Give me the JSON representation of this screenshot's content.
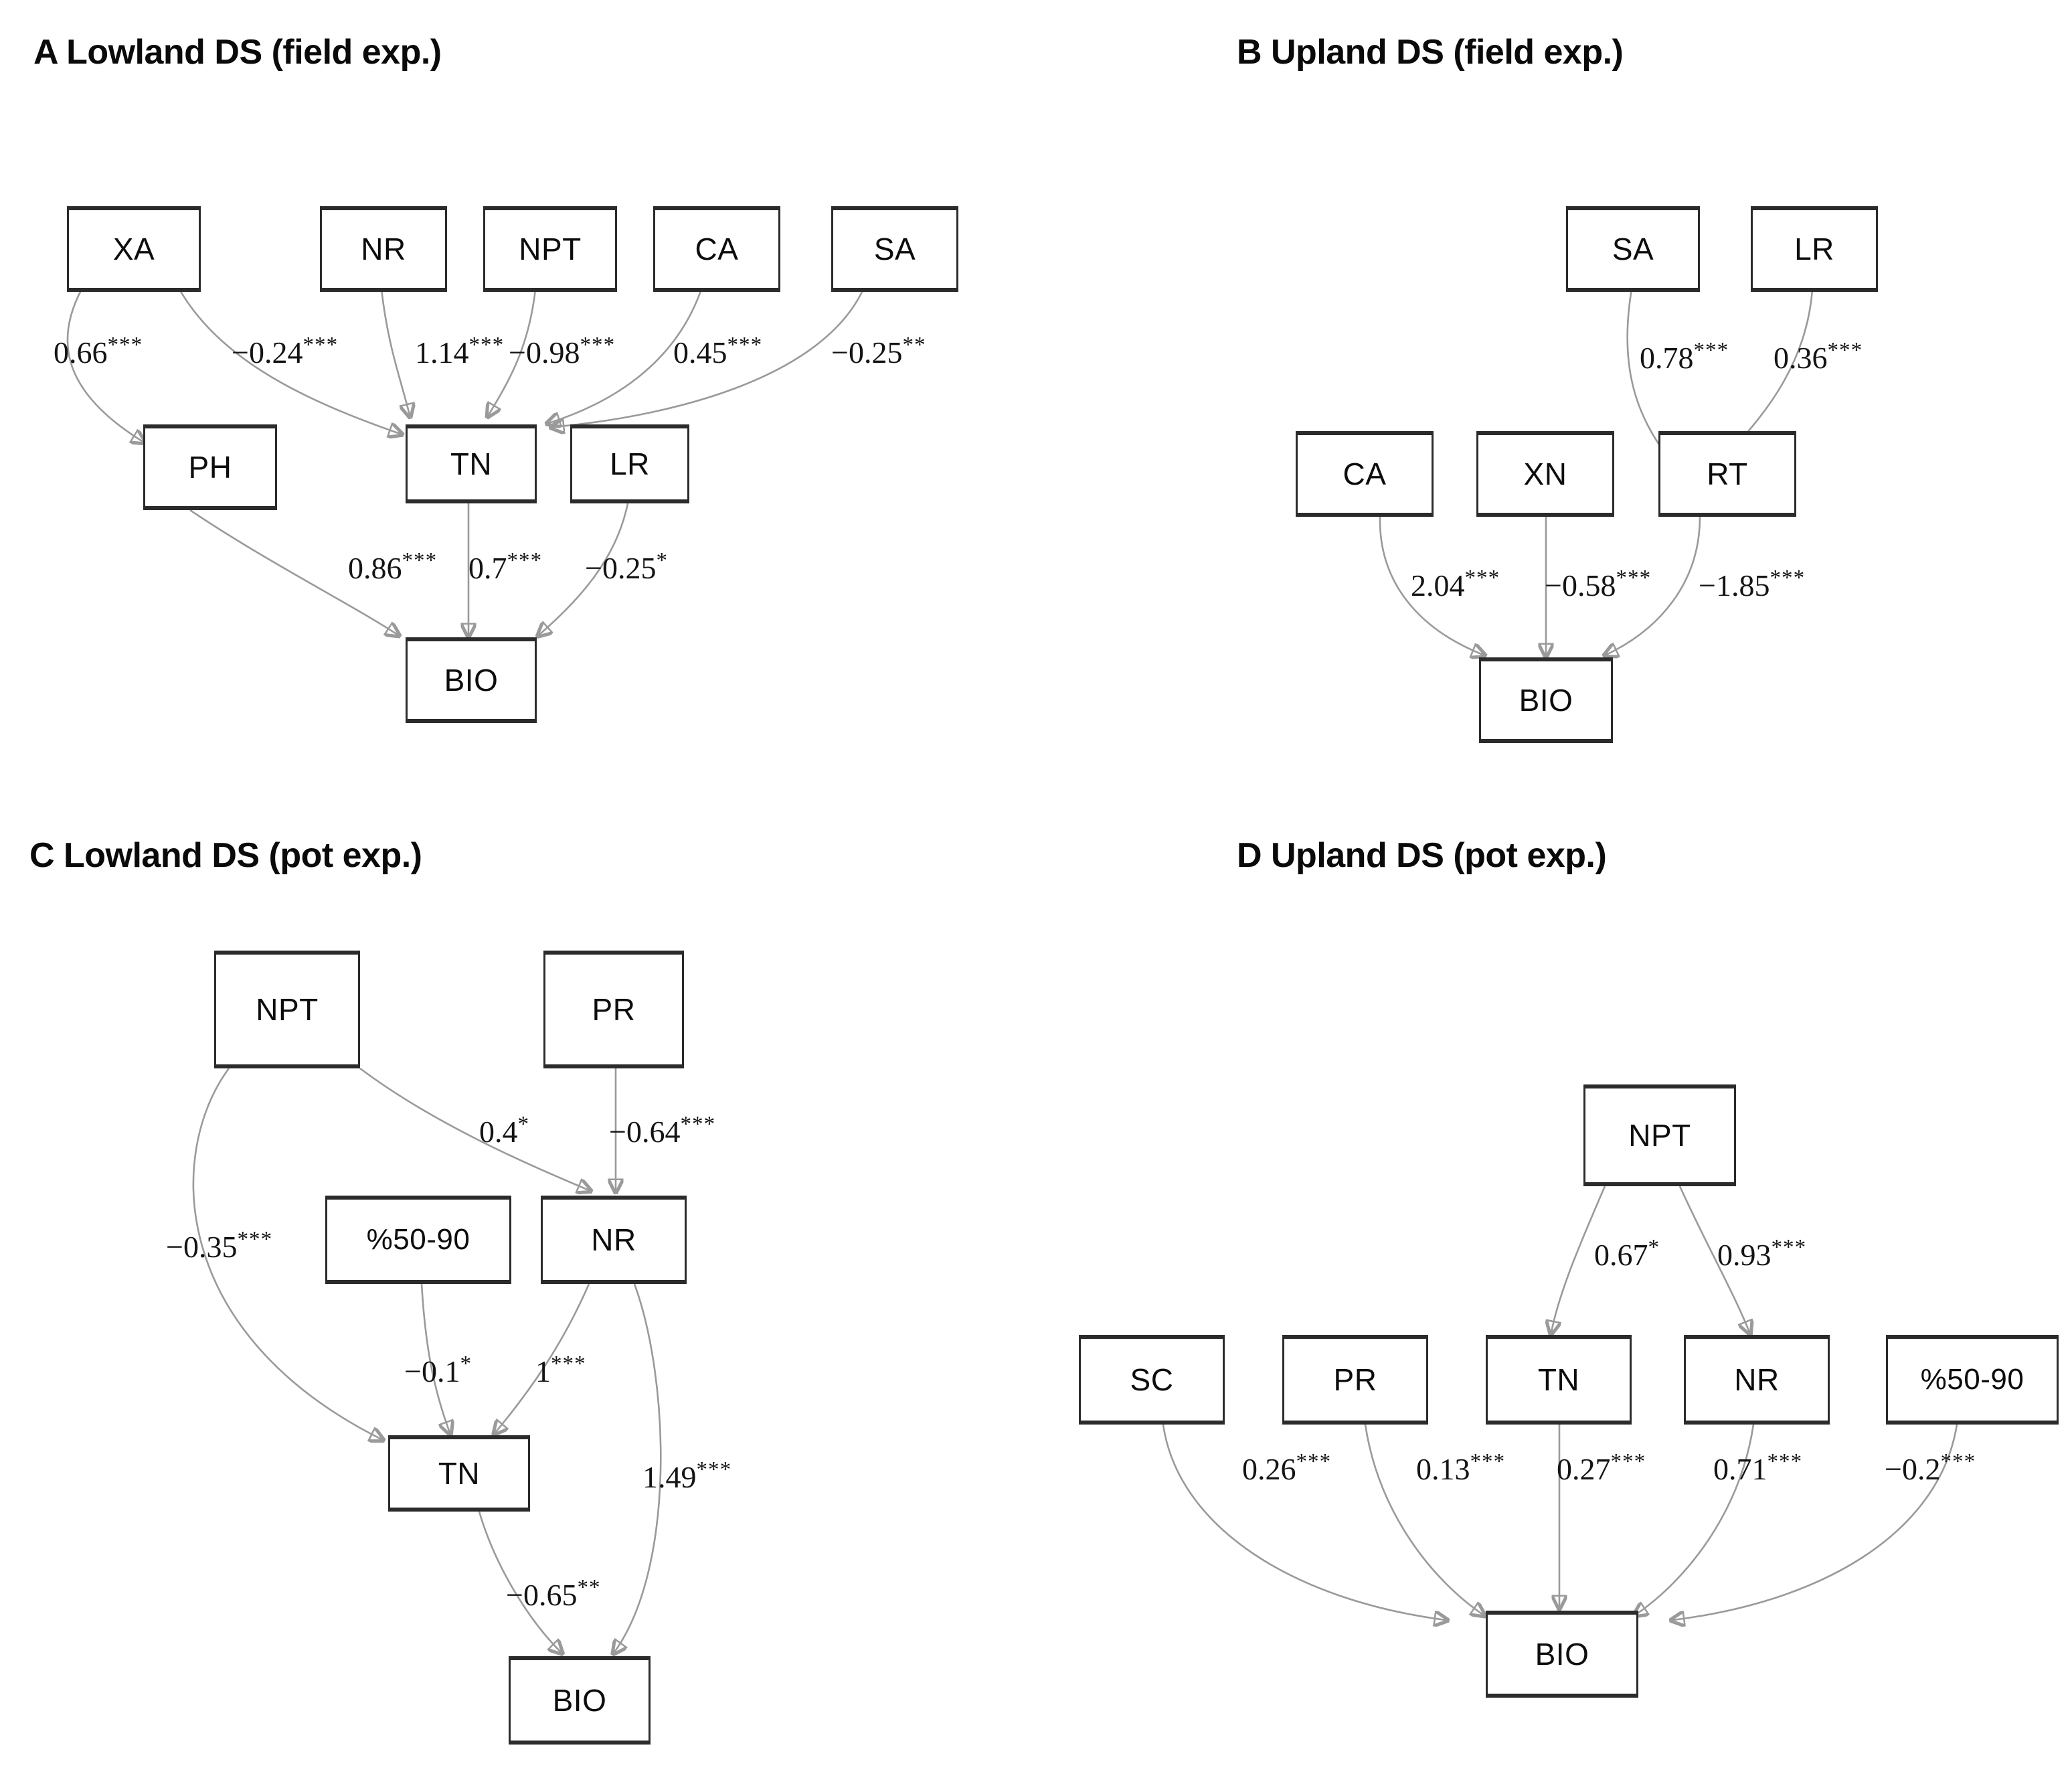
{
  "figure": {
    "background": "#ffffff",
    "node_border_color": "#2b2b2b",
    "edge_color": "#9a9a9a",
    "arrow_color": "#b5b5b5"
  },
  "panels": [
    {
      "id": "A",
      "title": "A Lowland DS (field exp.)",
      "nodes": [
        {
          "name": "XA",
          "label": "XA"
        },
        {
          "name": "NR",
          "label": "NR"
        },
        {
          "name": "NPT",
          "label": "NPT"
        },
        {
          "name": "CA",
          "label": "CA"
        },
        {
          "name": "SA",
          "label": "SA"
        },
        {
          "name": "PH",
          "label": "PH"
        },
        {
          "name": "TN",
          "label": "TN"
        },
        {
          "name": "LR",
          "label": "LR"
        },
        {
          "name": "BIO",
          "label": "BIO"
        }
      ],
      "edges": [
        {
          "from": "XA",
          "to": "PH",
          "coef": "0.66",
          "sig": "***"
        },
        {
          "from": "XA",
          "to": "TN",
          "coef": "−0.24",
          "sig": "***"
        },
        {
          "from": "NR",
          "to": "TN",
          "coef": "1.14",
          "sig": "***"
        },
        {
          "from": "NPT",
          "to": "TN",
          "coef": "−0.98",
          "sig": "***"
        },
        {
          "from": "CA",
          "to": "TN",
          "coef": "0.45",
          "sig": "***"
        },
        {
          "from": "SA",
          "to": "TN",
          "coef": "−0.25",
          "sig": "**"
        },
        {
          "from": "PH",
          "to": "BIO",
          "coef": "0.86",
          "sig": "***"
        },
        {
          "from": "TN",
          "to": "BIO",
          "coef": "0.7",
          "sig": "***"
        },
        {
          "from": "LR",
          "to": "BIO",
          "coef": "−0.25",
          "sig": "*"
        }
      ]
    },
    {
      "id": "B",
      "title": "B Upland DS (field exp.)",
      "nodes": [
        {
          "name": "SA",
          "label": "SA"
        },
        {
          "name": "LR",
          "label": "LR"
        },
        {
          "name": "CA",
          "label": "CA"
        },
        {
          "name": "XN",
          "label": "XN"
        },
        {
          "name": "RT",
          "label": "RT"
        },
        {
          "name": "BIO",
          "label": "BIO"
        }
      ],
      "edges": [
        {
          "from": "SA",
          "to": "RT",
          "coef": "0.78",
          "sig": "***"
        },
        {
          "from": "LR",
          "to": "RT",
          "coef": "0.36",
          "sig": "***"
        },
        {
          "from": "CA",
          "to": "BIO",
          "coef": "2.04",
          "sig": "***"
        },
        {
          "from": "XN",
          "to": "BIO",
          "coef": "−0.58",
          "sig": "***"
        },
        {
          "from": "RT",
          "to": "BIO",
          "coef": "−1.85",
          "sig": "***"
        }
      ]
    },
    {
      "id": "C",
      "title": "C Lowland DS (pot exp.)",
      "nodes": [
        {
          "name": "NPT",
          "label": "NPT"
        },
        {
          "name": "PR",
          "label": "PR"
        },
        {
          "name": "PCT50_90",
          "label": "%50-90"
        },
        {
          "name": "NR",
          "label": "NR"
        },
        {
          "name": "TN",
          "label": "TN"
        },
        {
          "name": "BIO",
          "label": "BIO"
        }
      ],
      "edges": [
        {
          "from": "NPT",
          "to": "NR",
          "coef": "0.4",
          "sig": "*"
        },
        {
          "from": "PR",
          "to": "NR",
          "coef": "−0.64",
          "sig": "***"
        },
        {
          "from": "NPT",
          "to": "TN",
          "coef": "−0.35",
          "sig": "***"
        },
        {
          "from": "PCT50_90",
          "to": "TN",
          "coef": "−0.1",
          "sig": "*"
        },
        {
          "from": "NR",
          "to": "TN",
          "coef": "1",
          "sig": "***"
        },
        {
          "from": "NR",
          "to": "BIO",
          "coef": "1.49",
          "sig": "***"
        },
        {
          "from": "TN",
          "to": "BIO",
          "coef": "−0.65",
          "sig": "**"
        }
      ]
    },
    {
      "id": "D",
      "title": "D Upland DS (pot exp.)",
      "nodes": [
        {
          "name": "NPT",
          "label": "NPT"
        },
        {
          "name": "SC",
          "label": "SC"
        },
        {
          "name": "PR",
          "label": "PR"
        },
        {
          "name": "TN",
          "label": "TN"
        },
        {
          "name": "NR",
          "label": "NR"
        },
        {
          "name": "PCT50_90",
          "label": "%50-90"
        },
        {
          "name": "BIO",
          "label": "BIO"
        }
      ],
      "edges": [
        {
          "from": "NPT",
          "to": "TN",
          "coef": "0.67",
          "sig": "*"
        },
        {
          "from": "NPT",
          "to": "NR",
          "coef": "0.93",
          "sig": "***"
        },
        {
          "from": "SC",
          "to": "BIO",
          "coef": "0.26",
          "sig": "***"
        },
        {
          "from": "PR",
          "to": "BIO",
          "coef": "0.13",
          "sig": "***"
        },
        {
          "from": "TN",
          "to": "BIO",
          "coef": "0.27",
          "sig": "***"
        },
        {
          "from": "NR",
          "to": "BIO",
          "coef": "0.71",
          "sig": "***"
        },
        {
          "from": "PCT50_90",
          "to": "BIO",
          "coef": "−0.2",
          "sig": "***"
        }
      ]
    }
  ],
  "labels": {
    "A": {
      "t_xa_ph": "0.66",
      "s_xa_ph": "***",
      "t_xa_tn": "−0.24",
      "s_xa_tn": "***",
      "t_nr_tn": "1.14",
      "s_nr_tn": "***",
      "t_npt_tn": "−0.98",
      "s_npt_tn": "***",
      "t_ca_tn": "0.45",
      "s_ca_tn": "***",
      "t_sa_tn": "−0.25",
      "s_sa_tn": "**",
      "t_ph_bio": "0.86",
      "s_ph_bio": "***",
      "t_tn_bio": "0.7",
      "s_tn_bio": "***",
      "t_lr_bio": "−0.25",
      "s_lr_bio": "*",
      "n_xa": "XA",
      "n_nr": "NR",
      "n_npt": "NPT",
      "n_ca": "CA",
      "n_sa": "SA",
      "n_ph": "PH",
      "n_tn": "TN",
      "n_lr": "LR",
      "n_bio": "BIO"
    },
    "B": {
      "t_sa_rt": "0.78",
      "s_sa_rt": "***",
      "t_lr_rt": "0.36",
      "s_lr_rt": "***",
      "t_ca_bio": "2.04",
      "s_ca_bio": "***",
      "t_xn_bio": "−0.58",
      "s_xn_bio": "***",
      "t_rt_bio": "−1.85",
      "s_rt_bio": "***",
      "n_sa": "SA",
      "n_lr": "LR",
      "n_ca": "CA",
      "n_xn": "XN",
      "n_rt": "RT",
      "n_bio": "BIO"
    },
    "C": {
      "t_npt_nr": "0.4",
      "s_npt_nr": "*",
      "t_pr_nr": "−0.64",
      "s_pr_nr": "***",
      "t_npt_tn": "−0.35",
      "s_npt_tn": "***",
      "t_pct_tn": "−0.1",
      "s_pct_tn": "*",
      "t_nr_tn": "1",
      "s_nr_tn": "***",
      "t_nr_bio": "1.49",
      "s_nr_bio": "***",
      "t_tn_bio": "−0.65",
      "s_tn_bio": "**",
      "n_npt": "NPT",
      "n_pr": "PR",
      "n_pct": "%50-90",
      "n_nr": "NR",
      "n_tn": "TN",
      "n_bio": "BIO"
    },
    "D": {
      "t_npt_tn": "0.67",
      "s_npt_tn": "*",
      "t_npt_nr": "0.93",
      "s_npt_nr": "***",
      "t_sc_bio": "0.26",
      "s_sc_bio": "***",
      "t_pr_bio": "0.13",
      "s_pr_bio": "***",
      "t_tn_bio": "0.27",
      "s_tn_bio": "***",
      "t_nr_bio": "0.71",
      "s_nr_bio": "***",
      "t_pct_bio": "−0.2",
      "s_pct_bio": "***",
      "n_npt": "NPT",
      "n_sc": "SC",
      "n_pr": "PR",
      "n_tn": "TN",
      "n_nr": "NR",
      "n_pct": "%50-90",
      "n_bio": "BIO"
    }
  },
  "titles": {
    "A": "A Lowland DS (field exp.)",
    "B": "B Upland DS (field exp.)",
    "C": "C Lowland DS (pot exp.)",
    "D": "D Upland DS (pot exp.)"
  }
}
